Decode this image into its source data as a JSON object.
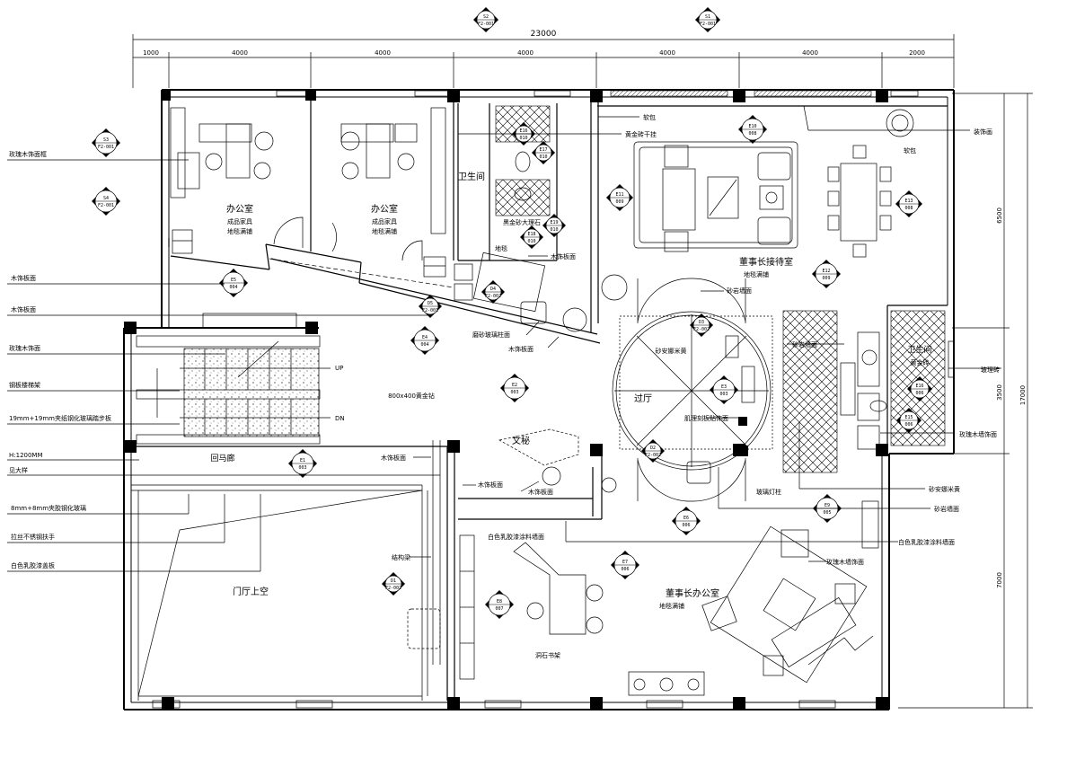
{
  "dimensions": {
    "overall": "23000",
    "top": [
      "1000",
      "4000",
      "4000",
      "4000",
      "4000",
      "4000",
      "2000"
    ],
    "right": [
      "6500",
      "3500",
      "7000"
    ],
    "right_total": "17000"
  },
  "rooms": {
    "office1": [
      "办公室",
      "成品家具",
      "地毯满铺"
    ],
    "office2": [
      "办公室",
      "成品家具",
      "地毯满铺"
    ],
    "toilet1": "卫生间",
    "marble": "黑金砂大理石",
    "carpet_small": "地毯",
    "reception": [
      "董事长接待室",
      "地毯满铺"
    ],
    "toilet2": [
      "卫生间",
      "黄金砖"
    ],
    "hall": "过厅",
    "hall_floor": "砂安娜米黄",
    "hall_tile": "800x400黄金钻",
    "secretary": "文秘",
    "corridor": "回马廊",
    "void": "门厅上空",
    "chairman": [
      "董事长办公室",
      "地毯满铺"
    ]
  },
  "labels_left": [
    "玫瑰木饰面框",
    "木饰板面",
    "木饰板面",
    "玫瑰木饰面",
    "钢板楼梯架",
    "19mm+19mm夹纸钢化玻璃踏步板",
    "H:1200MM",
    "见大样",
    "8mm+8mm夹胶钢化玻璃",
    "拉丝不锈钢扶手",
    "白色乳胶漆盖板"
  ],
  "labels_right": [
    "装饰画",
    "软包",
    "玻理砖",
    "玫瑰木墙饰面",
    "砂安娜米黄",
    "砂岩墙面",
    "白色乳胶漆涂料墙面"
  ],
  "labels_inner": {
    "soft": "软包",
    "gold_brick": "黄金砖干挂",
    "wood_panel_1": "木饰板面",
    "sandstone_wall": "砂岩墙面",
    "sandstone_wall_2": "砂岩墙面",
    "frosted_glass": "磨砂玻璃柱面",
    "wood_panel_2": "木饰板面",
    "muscle_panel": "肌理刻板贴饰面",
    "wood_panel_3": "木饰板面",
    "wood_panel_4": "木饰板面",
    "wood_panel_5": "木饰板面",
    "white_latex": "白色乳胶漆涂料墙面",
    "rose_wall": "玫瑰木墙饰面",
    "glass_pillar": "玻璃灯柱",
    "beam": "结构梁",
    "bookshelf": "洞石书架"
  },
  "stairs": {
    "up": "UP",
    "down": "DN"
  },
  "tags": [
    {
      "top": "S2",
      "bottom": "F2-001"
    },
    {
      "top": "S1",
      "bottom": "F2-001"
    },
    {
      "top": "S3",
      "bottom": "F2-001"
    },
    {
      "top": "S4",
      "bottom": "F2-001"
    },
    {
      "top": "E10",
      "bottom": "008"
    },
    {
      "top": "E16",
      "bottom": "010"
    },
    {
      "top": "E17",
      "bottom": "010"
    },
    {
      "top": "E11",
      "bottom": "009"
    },
    {
      "top": "E19",
      "bottom": "010"
    },
    {
      "top": "E18",
      "bottom": "010"
    },
    {
      "top": "E13",
      "bottom": "008"
    },
    {
      "top": "E12",
      "bottom": "009"
    },
    {
      "top": "E5",
      "bottom": "004"
    },
    {
      "top": "D5",
      "bottom": "F2-001"
    },
    {
      "top": "D4",
      "bottom": "F2-002"
    },
    {
      "top": "E4",
      "bottom": "004"
    },
    {
      "top": "D3",
      "bottom": "F2-002"
    },
    {
      "top": "E2",
      "bottom": "003"
    },
    {
      "top": "E3",
      "bottom": "003"
    },
    {
      "top": "E16",
      "bottom": "006"
    },
    {
      "top": "E15",
      "bottom": "006"
    },
    {
      "top": "E1",
      "bottom": "003"
    },
    {
      "top": "D2",
      "bottom": "F2-002"
    },
    {
      "top": "E6",
      "bottom": "006"
    },
    {
      "top": "E9",
      "bottom": "005"
    },
    {
      "top": "E7",
      "bottom": "006"
    },
    {
      "top": "E8",
      "bottom": "007"
    },
    {
      "top": "D1",
      "bottom": "F2-002"
    }
  ]
}
